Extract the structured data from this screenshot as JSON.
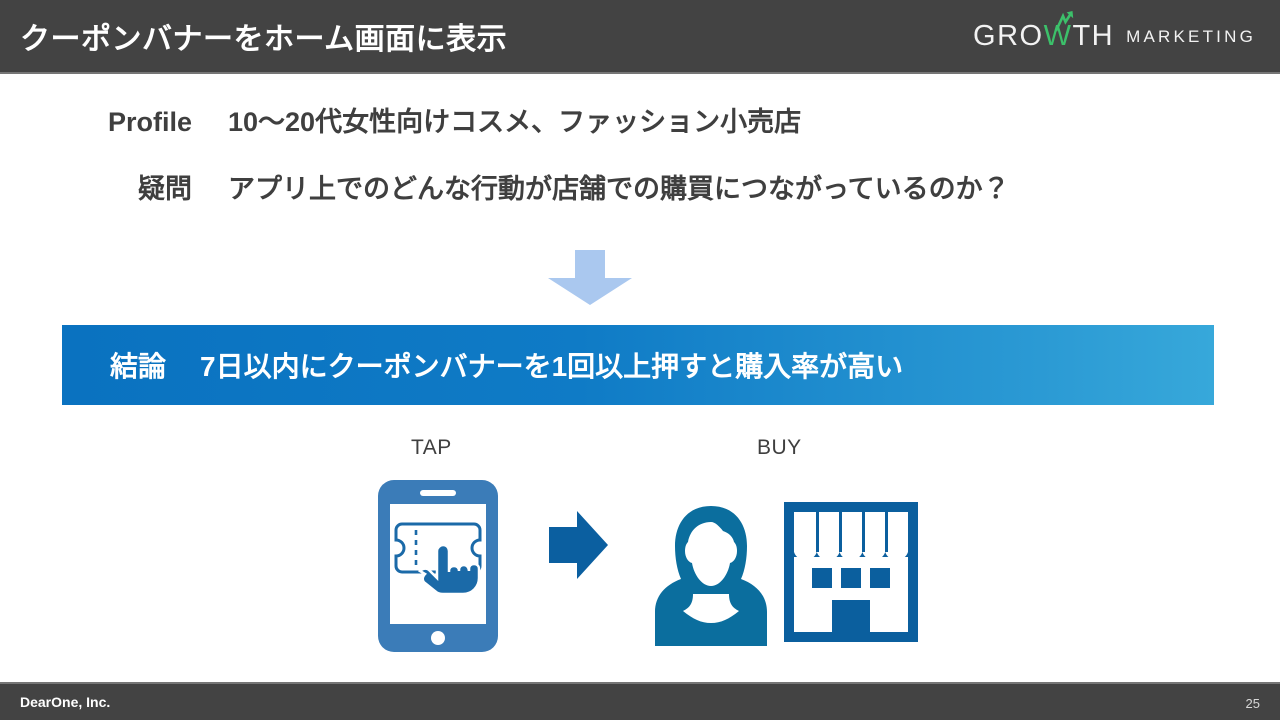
{
  "header": {
    "title": "クーポンバナーをホーム画面に表示",
    "background_color": "#434343",
    "logo": {
      "primary": "GRO",
      "accent_letter": "W",
      "primary_tail": "TH",
      "secondary": "MARKETING",
      "accent_color": "#3cc06a",
      "text_color": "#f2f2f2"
    }
  },
  "info": {
    "rows": [
      {
        "label": "Profile",
        "value": "10〜20代女性向けコスメ、ファッション小売店"
      },
      {
        "label": "疑問",
        "value": "アプリ上でのどんな行動が店舗での購買につながっているのか？"
      }
    ]
  },
  "arrow": {
    "direction": "down",
    "color": "#aac8ef"
  },
  "conclusion": {
    "label": "結論",
    "text": "7日以内にクーポンバナーを1回以上押すと購入率が高い",
    "gradient_start": "#0a72c0",
    "gradient_end": "#37a8da",
    "text_color": "#ffffff"
  },
  "flow": {
    "steps": [
      {
        "caption": "TAP",
        "icon": "smartphone-coupon-tap-icon",
        "color": "#3b7cb8"
      },
      {
        "caption": "",
        "icon": "right-arrow-icon",
        "color": "#0b5fa0"
      },
      {
        "caption": "BUY",
        "icon": "person-icon",
        "color": "#0b6e9e"
      },
      {
        "caption": "",
        "icon": "storefront-icon",
        "color": "#0b5f9e"
      }
    ],
    "caption_color": "#3f3f3f"
  },
  "footer": {
    "company": "DearOne, Inc.",
    "page_number": "25",
    "background_color": "#434343"
  }
}
